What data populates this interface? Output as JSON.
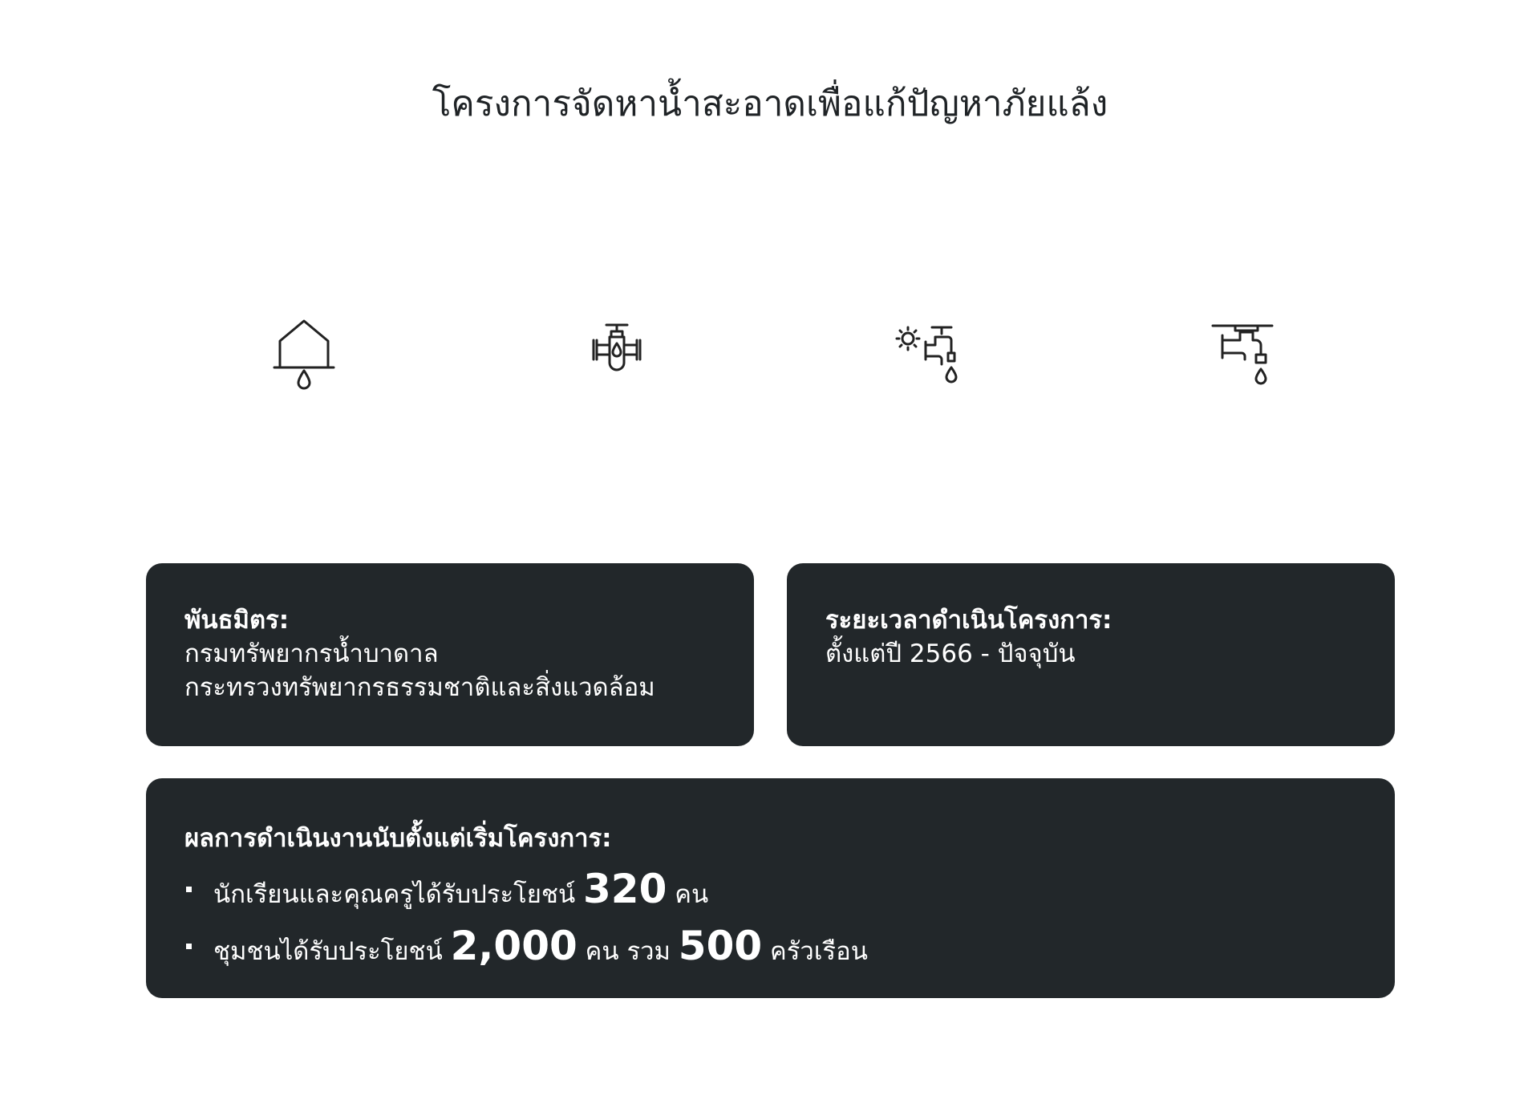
{
  "page": {
    "title": "โครงการจัดหาน้ำสะอาดเพื่อแก้ปัญหาภัยแล้ง"
  },
  "icons": [
    {
      "name": "water-house-drop-icon"
    },
    {
      "name": "water-pipe-valve-icon"
    },
    {
      "name": "solar-faucet-icon"
    },
    {
      "name": "water-faucet-icon"
    }
  ],
  "partner": {
    "heading": "พันธมิตร:",
    "line1": "กรมทรัพยากรน้ำบาดาล",
    "line2": "กระทรวงทรัพยากรธรรมชาติและสิ่งแวดล้อม"
  },
  "period": {
    "heading": "ระยะเวลาดำเนินโครงการ:",
    "value": "ตั้งแต่ปี 2566 - ปัจจุบัน"
  },
  "results": {
    "heading": "ผลการดำเนินงานนับตั้งแต่เริ่มโครงการ:",
    "item1": {
      "text": "นักเรียนและคุณครูได้รับประโยชน์",
      "number": "320",
      "unit": "คน"
    },
    "item2": {
      "text": "ชุมชนได้รับประโยชน์",
      "number": "2,000",
      "unit": "คน รวม",
      "number2": "500",
      "unit2": "ครัวเรือน"
    }
  },
  "colors": {
    "card_background": "#22272a",
    "card_text": "#ffffff",
    "page_background": "#ffffff",
    "icon_stroke": "#222222"
  }
}
